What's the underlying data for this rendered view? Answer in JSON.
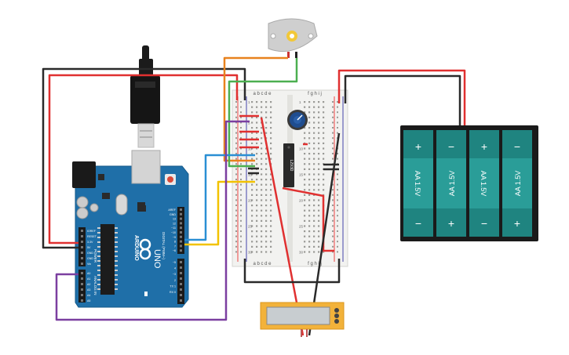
{
  "arduino": {
    "brand": "ARDUINO",
    "model": "UNO",
    "header_digital": "DIGITAL (PWM~)",
    "header_power": "POWER",
    "header_analog": "ANALOG IN",
    "pins_power": [
      "IOREF",
      "RESET",
      "3.3V",
      "5V",
      "GND",
      "GND",
      "Vin"
    ],
    "pins_analog": [
      "A0",
      "A1",
      "A2",
      "A3",
      "A4",
      "A5"
    ],
    "pins_digital": [
      "AREF",
      "GND",
      "13",
      "12",
      "~11",
      "~10",
      "~9",
      "8",
      "7",
      "~6",
      "~5",
      "4",
      "~3",
      "2",
      "TX 1",
      "RX 0"
    ]
  },
  "breadboard": {
    "cols_left": [
      "a",
      "b",
      "c",
      "d",
      "e"
    ],
    "cols_right": [
      "f",
      "g",
      "h",
      "i",
      "j"
    ],
    "row_numbers": [
      "1",
      "5",
      "10",
      "15",
      "20",
      "25",
      "30"
    ]
  },
  "ic": {
    "label": "L293D"
  },
  "battery": {
    "cells": [
      {
        "text": "AA 1.5V",
        "top": "+",
        "bottom": "−"
      },
      {
        "text": "AA 1.5V",
        "top": "−",
        "bottom": "+"
      },
      {
        "text": "AA 1.5V",
        "top": "+",
        "bottom": "−"
      },
      {
        "text": "AA 1.5V",
        "top": "−",
        "bottom": "+"
      }
    ]
  },
  "colors": {
    "wire_red": "#e03030",
    "wire_black": "#2a2a2a",
    "wire_orange": "#e8821e",
    "wire_green": "#4caf50",
    "wire_blue": "#2a8fd4",
    "wire_yellow": "#f2c200",
    "wire_purple": "#7b3fa0",
    "arduino_blue": "#1f6fa8",
    "battery_teal": "#2a9d98",
    "lcd_orange": "#f2b23a"
  }
}
